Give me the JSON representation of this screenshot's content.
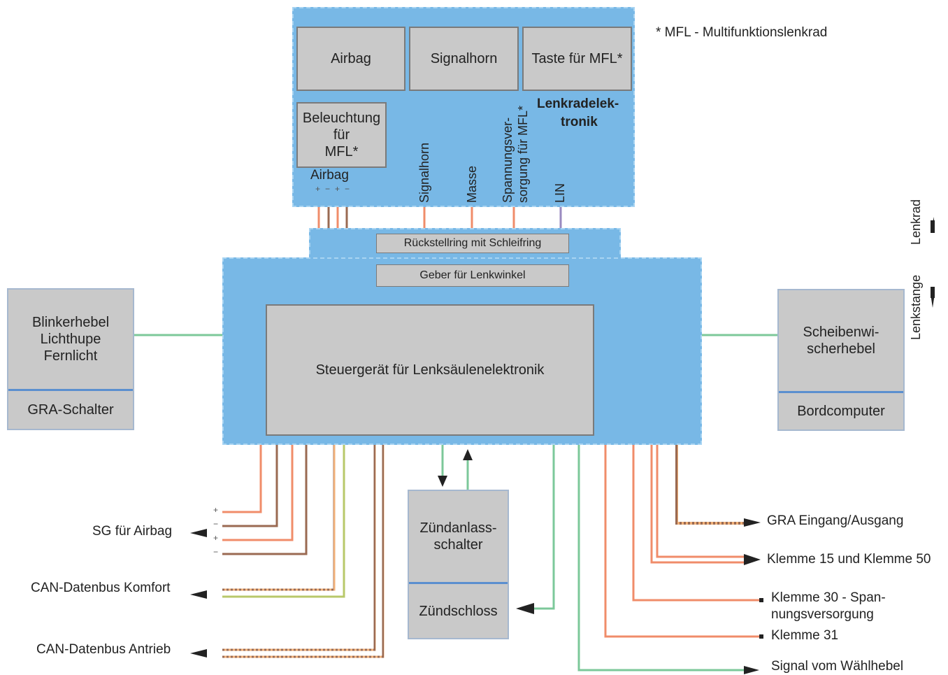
{
  "footnote": "* MFL - Multifunktionslenkrad",
  "steering_wheel": {
    "airbag": "Airbag",
    "signalhorn": "Signalhorn",
    "taste_mfl": "Taste für MFL*",
    "beleuchtung_line1": "Beleuchtung für",
    "beleuchtung_line2": "MFL*",
    "label_line1": "Lenkradelek-",
    "label_line2": "tronik",
    "airbag_wire_label": "Airbag",
    "airbag_polarity": [
      "+",
      "−",
      "+",
      "−"
    ],
    "wire_labels": {
      "signalhorn": "Signalhorn",
      "masse": "Masse",
      "spannung_line1": "Spannungsver-",
      "spannung_line2": "sorgung für MFL*",
      "lin": "LIN"
    }
  },
  "column": {
    "rueckstellring": "Rückstellring mit Schleifring",
    "geber": "Geber für Lenkwinkel",
    "steuergeraet": "Steuergerät für Lenksäulenelektronik"
  },
  "side_axis": {
    "lenkrad": "Lenkrad",
    "lenkstange": "Lenkstange"
  },
  "left_panel": {
    "line1": "Blinkerhebel",
    "line2": "Lichthupe",
    "line3": "Fernlicht",
    "bottom": "GRA-Schalter"
  },
  "right_panel": {
    "line1": "Scheibenwi-",
    "line2": "scherhebel",
    "bottom": "Bordcomputer"
  },
  "ignition": {
    "top_line1": "Zündanlass-",
    "top_line2": "schalter",
    "bottom": "Zündschloss"
  },
  "outputs_left": {
    "sg_airbag": "SG für Airbag",
    "can_komfort": "CAN-Datenbus Komfort",
    "can_antrieb": "CAN-Datenbus Antrieb",
    "polarity": [
      "+",
      "−",
      "+",
      "−"
    ]
  },
  "outputs_right": {
    "gra": "GRA Eingang/Ausgang",
    "klemme15": "Klemme 15 und Klemme 50",
    "klemme30_line1": "Klemme 30 - Span-",
    "klemme30_line2": "nungsversorgung",
    "klemme31": "Klemme 31",
    "signal_waehlhebel": "Signal vom Wählhebel"
  },
  "colors": {
    "blue_fill": "#78b8e6",
    "box_fill": "#c9c9c9",
    "wire_orange": "#f08c6a",
    "wire_brown": "#9a6a52",
    "wire_green": "#7cc89a",
    "wire_purple": "#9a8ac0",
    "divider_blue": "#5b8fcf"
  }
}
